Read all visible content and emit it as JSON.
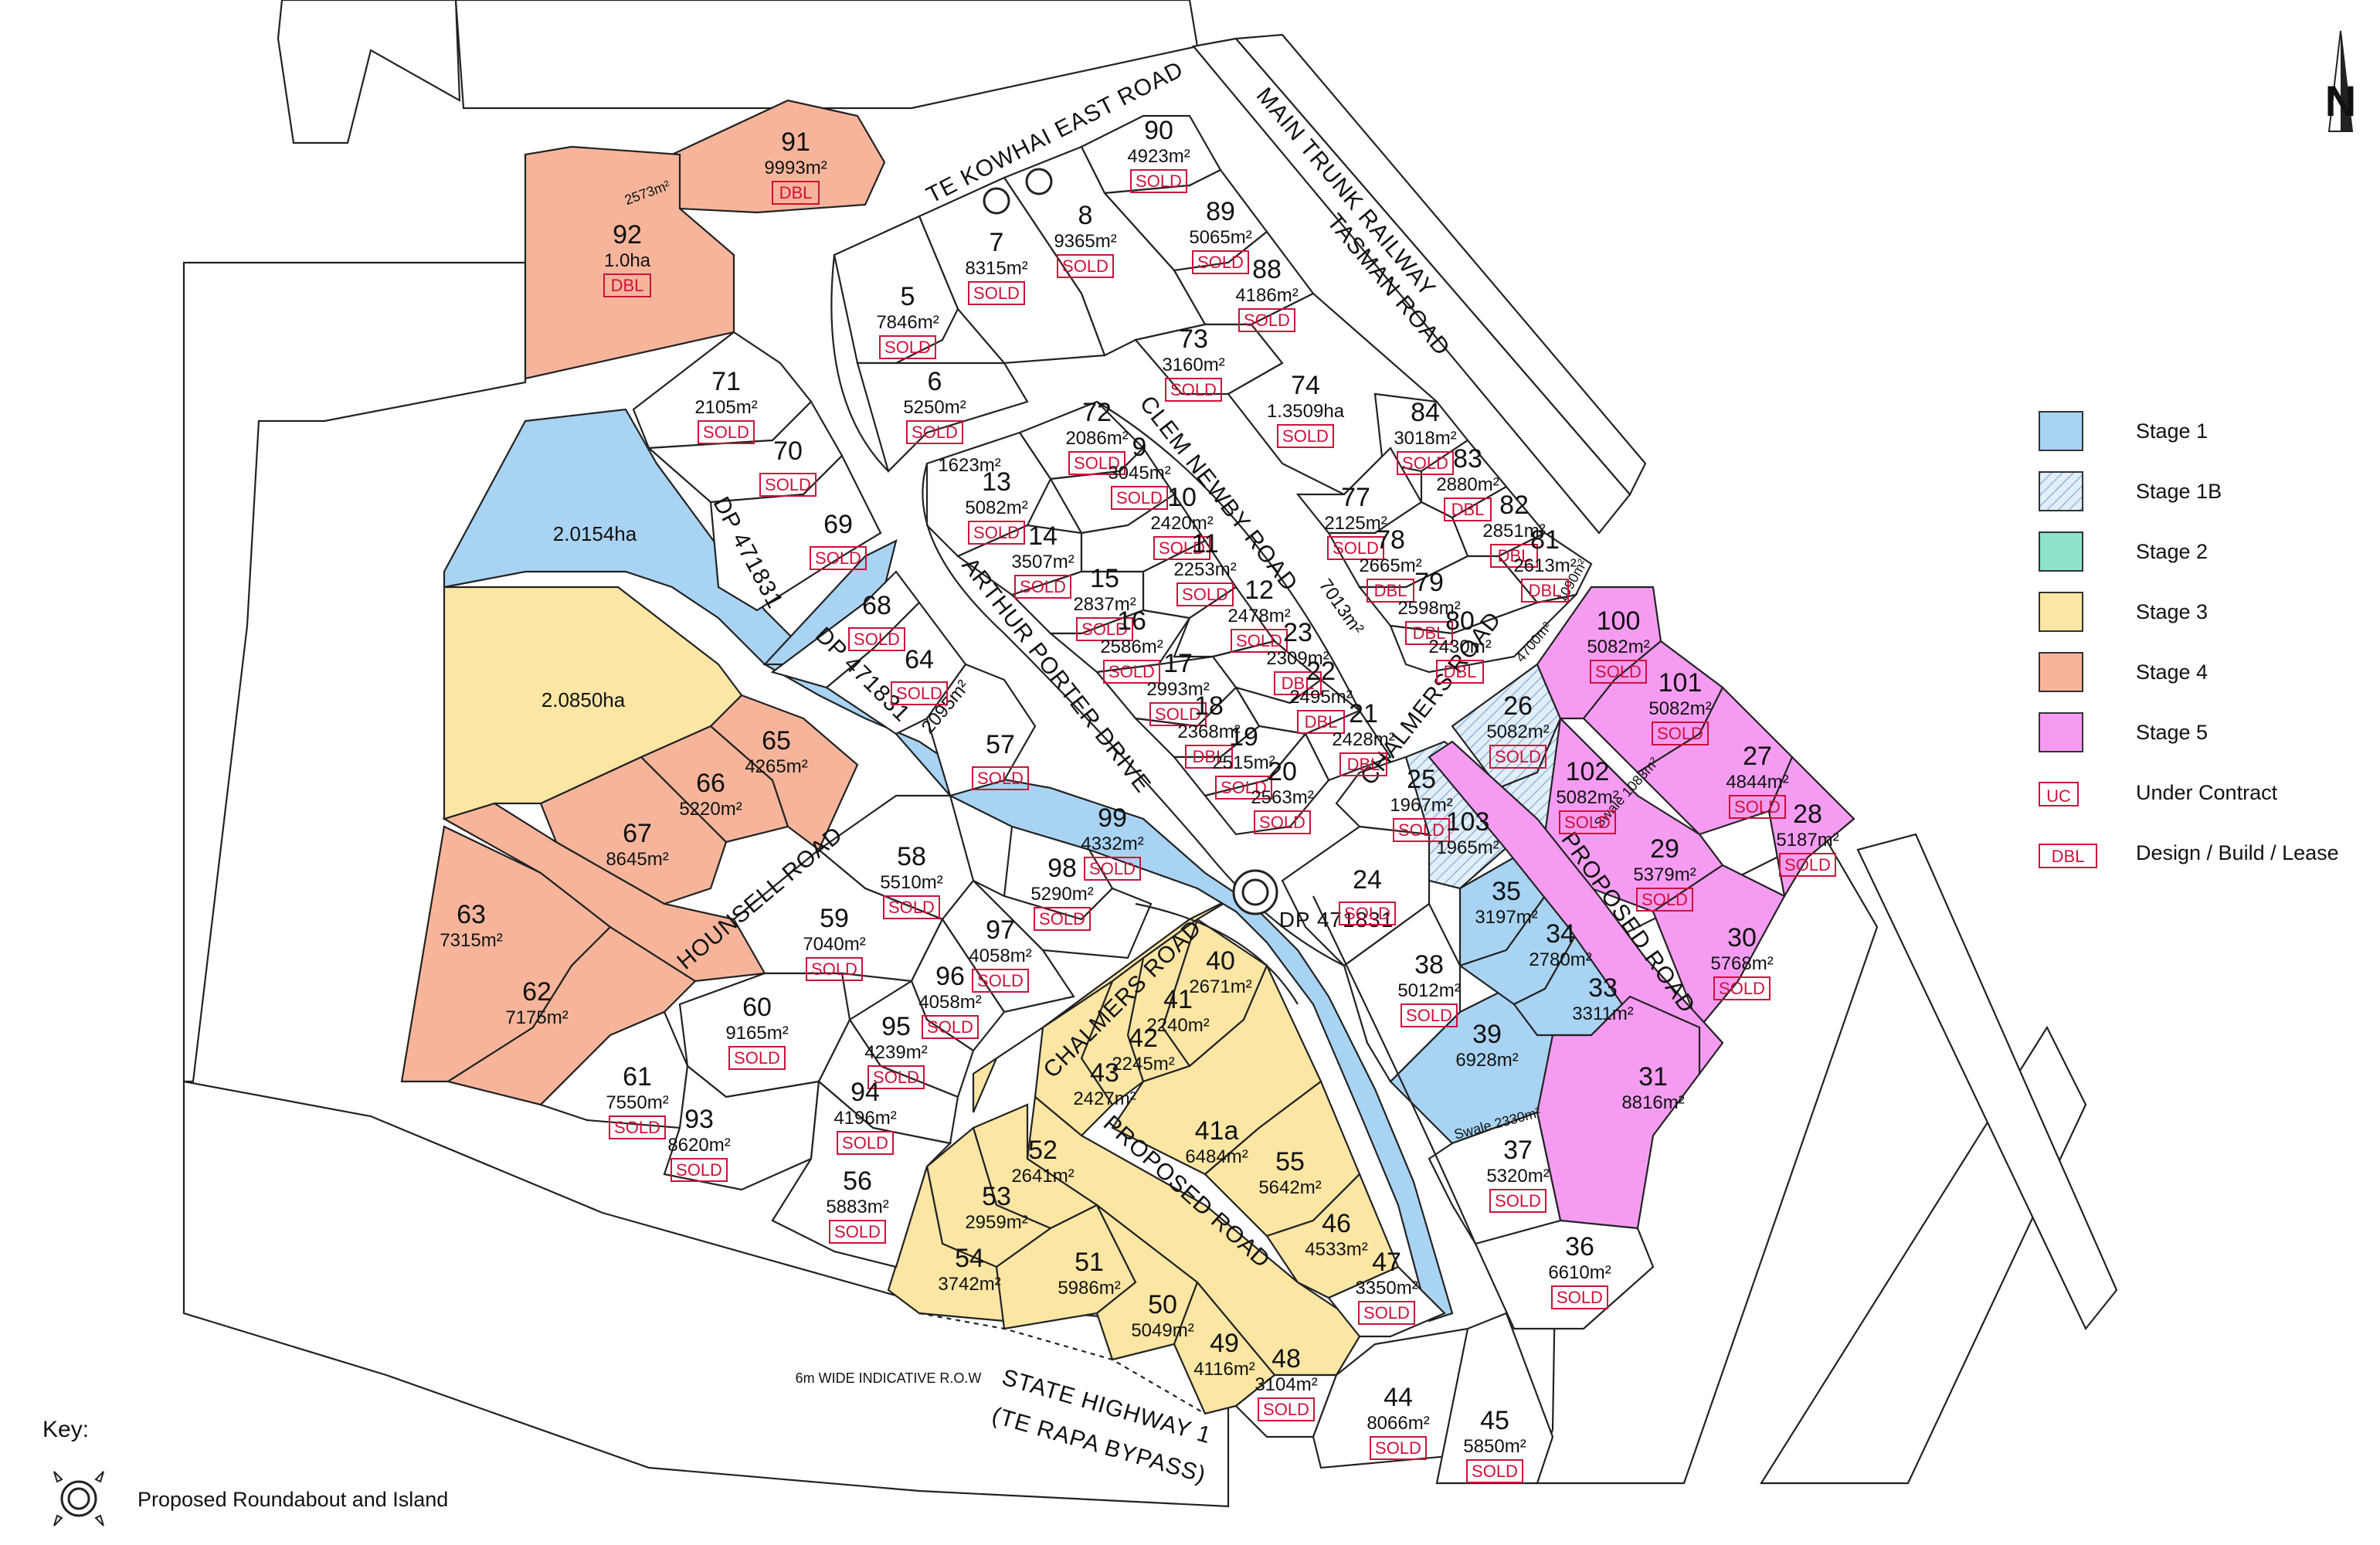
{
  "colors": {
    "stage1": "#a8d3f3",
    "stage1b": "#dbe9f7",
    "stage2": "#8fe3cc",
    "stage3": "#fce6a4",
    "stage4": "#f6b59b",
    "stage5": "#f59cf2",
    "tag": "#d0103a"
  },
  "roads": {
    "te_kowhai": "TE KOWHAI EAST ROAD",
    "main_trunk": "MAIN TRUNK RAILWAY",
    "tasman": "TASMAN ROAD",
    "clem_newby": "CLEM NEWBY ROAD",
    "arthur_porter": "ARTHUR PORTER DRIVE",
    "chalmers_east": "CHALMERS ROAD",
    "chalmers_south": "CHALMERS ROAD",
    "hounsell": "HOUNSELL ROAD",
    "proposed_east": "PROPOSED ROAD",
    "proposed_south": "PROPOSED ROAD",
    "sh1_line1": "STATE HIGHWAY 1",
    "sh1_line2": "(TE RAPA BYPASS)",
    "row": "6m WIDE INDICATIVE R.O.W",
    "dp1": "DP 471831",
    "dp2": "DP 471831",
    "dp3": "DP 471831"
  },
  "lots": [
    {
      "n": "91",
      "a": "9993m²",
      "t": "DBL"
    },
    {
      "n": "92",
      "a": "1.0ha",
      "t": "DBL"
    },
    {
      "n": "90",
      "a": "4923m²",
      "t": "SOLD"
    },
    {
      "n": "89",
      "a": "5065m²",
      "t": "SOLD"
    },
    {
      "n": "88",
      "a": "4186m²",
      "t": "SOLD"
    },
    {
      "n": "8",
      "a": "9365m²",
      "t": "SOLD"
    },
    {
      "n": "7",
      "a": "8315m²",
      "t": "SOLD"
    },
    {
      "n": "5",
      "a": "7846m²",
      "t": "SOLD"
    },
    {
      "n": "6",
      "a": "5250m²",
      "t": "SOLD"
    },
    {
      "n": "73",
      "a": "3160m²",
      "t": "SOLD"
    },
    {
      "n": "74",
      "a": "1.3509ha",
      "t": "SOLD"
    },
    {
      "n": "71",
      "a": "2105m²",
      "t": "SOLD"
    },
    {
      "n": "70",
      "a": "",
      "t": "SOLD"
    },
    {
      "n": "69",
      "a": "",
      "t": "SOLD"
    },
    {
      "n": "72",
      "a": "2086m²",
      "t": "SOLD"
    },
    {
      "n": "9",
      "a": "3045m²",
      "t": "SOLD"
    },
    {
      "n": "13",
      "a": "5082m²",
      "t": "SOLD"
    },
    {
      "n": "14",
      "a": "3507m²",
      "t": "SOLD"
    },
    {
      "n": "10",
      "a": "2420m²",
      "t": "SOLD"
    },
    {
      "n": "11",
      "a": "2253m²",
      "t": "SOLD"
    },
    {
      "n": "15",
      "a": "2837m²",
      "t": "SOLD"
    },
    {
      "n": "16",
      "a": "2586m²",
      "t": "SOLD"
    },
    {
      "n": "12",
      "a": "2478m²",
      "t": "SOLD"
    },
    {
      "n": "84",
      "a": "3018m²",
      "t": "SOLD"
    },
    {
      "n": "83",
      "a": "2880m²",
      "t": "DBL"
    },
    {
      "n": "82",
      "a": "2851m²",
      "t": "DBL"
    },
    {
      "n": "81",
      "a": "2613m²",
      "t": "DBL"
    },
    {
      "n": "77",
      "a": "2125m²",
      "t": "SOLD"
    },
    {
      "n": "78",
      "a": "2665m²",
      "t": "DBL"
    },
    {
      "n": "79",
      "a": "2598m²",
      "t": "DBL"
    },
    {
      "n": "80",
      "a": "2430m²",
      "t": "DBL"
    },
    {
      "n": "23",
      "a": "2309m²",
      "t": "DBL"
    },
    {
      "n": "22",
      "a": "2495m²",
      "t": "DBL"
    },
    {
      "n": "21",
      "a": "2428m²",
      "t": "DBL"
    },
    {
      "n": "17",
      "a": "2993m²",
      "t": "SOLD"
    },
    {
      "n": "18",
      "a": "2368m²",
      "t": "DBL"
    },
    {
      "n": "19",
      "a": "2515m²",
      "t": "SOLD"
    },
    {
      "n": "20",
      "a": "2563m²",
      "t": "SOLD"
    },
    {
      "n": "68",
      "a": "",
      "t": "SOLD"
    },
    {
      "n": "64",
      "a": "",
      "t": "SOLD"
    },
    {
      "n": "57",
      "a": "",
      "t": "SOLD"
    },
    {
      "n": "65",
      "a": "4265m²",
      "t": ""
    },
    {
      "n": "66",
      "a": "5220m²",
      "t": ""
    },
    {
      "n": "67",
      "a": "8645m²",
      "t": ""
    },
    {
      "n": "63",
      "a": "7315m²",
      "t": ""
    },
    {
      "n": "62",
      "a": "7175m²",
      "t": ""
    },
    {
      "n": "58",
      "a": "5510m²",
      "t": "SOLD"
    },
    {
      "n": "59",
      "a": "7040m²",
      "t": "SOLD"
    },
    {
      "n": "99",
      "a": "4332m²",
      "t": "SOLD"
    },
    {
      "n": "98",
      "a": "5290m²",
      "t": "SOLD"
    },
    {
      "n": "97",
      "a": "4058m²",
      "t": "SOLD"
    },
    {
      "n": "96",
      "a": "4058m²",
      "t": "SOLD"
    },
    {
      "n": "95",
      "a": "4239m²",
      "t": "SOLD"
    },
    {
      "n": "94",
      "a": "4196m²",
      "t": "SOLD"
    },
    {
      "n": "60",
      "a": "9165m²",
      "t": "SOLD"
    },
    {
      "n": "61",
      "a": "7550m²",
      "t": "SOLD"
    },
    {
      "n": "93",
      "a": "8620m²",
      "t": "SOLD"
    },
    {
      "n": "56",
      "a": "5883m²",
      "t": "SOLD"
    },
    {
      "n": "40",
      "a": "2671m²",
      "t": ""
    },
    {
      "n": "41",
      "a": "2240m²",
      "t": ""
    },
    {
      "n": "42",
      "a": "2245m²",
      "t": ""
    },
    {
      "n": "43",
      "a": "2427m²",
      "t": ""
    },
    {
      "n": "41a",
      "a": "6484m²",
      "t": ""
    },
    {
      "n": "55",
      "a": "5642m²",
      "t": ""
    },
    {
      "n": "46",
      "a": "4533m²",
      "t": ""
    },
    {
      "n": "52",
      "a": "2641m²",
      "t": ""
    },
    {
      "n": "53",
      "a": "2959m²",
      "t": ""
    },
    {
      "n": "54",
      "a": "3742m²",
      "t": ""
    },
    {
      "n": "51",
      "a": "5986m²",
      "t": ""
    },
    {
      "n": "50",
      "a": "5049m²",
      "t": ""
    },
    {
      "n": "49",
      "a": "4116m²",
      "t": ""
    },
    {
      "n": "48",
      "a": "3104m²",
      "t": "SOLD"
    },
    {
      "n": "47",
      "a": "3350m²",
      "t": "SOLD"
    },
    {
      "n": "44",
      "a": "8066m²",
      "t": "SOLD"
    },
    {
      "n": "45",
      "a": "5850m²",
      "t": "SOLD"
    },
    {
      "n": "36",
      "a": "6610m²",
      "t": "SOLD"
    },
    {
      "n": "37",
      "a": "5320m²",
      "t": "SOLD"
    },
    {
      "n": "38",
      "a": "5012m²",
      "t": "SOLD"
    },
    {
      "n": "39",
      "a": "6928m²",
      "t": ""
    },
    {
      "n": "35",
      "a": "3197m²",
      "t": ""
    },
    {
      "n": "34",
      "a": "2780m²",
      "t": ""
    },
    {
      "n": "33",
      "a": "3311m²",
      "t": ""
    },
    {
      "n": "24",
      "a": "",
      "t": "SOLD"
    },
    {
      "n": "25",
      "a": "1967m²",
      "t": "SOLD"
    },
    {
      "n": "103",
      "a": "1965m²",
      "t": ""
    },
    {
      "n": "26",
      "a": "5082m²",
      "t": "SOLD"
    },
    {
      "n": "102",
      "a": "5082m²",
      "t": "SOLD"
    },
    {
      "n": "100",
      "a": "5082m²",
      "t": "SOLD"
    },
    {
      "n": "101",
      "a": "5082m²",
      "t": "SOLD"
    },
    {
      "n": "27",
      "a": "4844m²",
      "t": "SOLD"
    },
    {
      "n": "28",
      "a": "5187m²",
      "t": "SOLD"
    },
    {
      "n": "29",
      "a": "5379m²",
      "t": "SOLD"
    },
    {
      "n": "30",
      "a": "5768m²",
      "t": "SOLD"
    },
    {
      "n": "31",
      "a": "8816m²",
      "t": ""
    }
  ],
  "unnumbered": {
    "blue_area": "2.0154ha",
    "yellow_area": "2.0850ha",
    "lot91_92_split": "2573m²",
    "lot6_split": "1623m²",
    "lot57_split": "2095m²",
    "lot78_split": "7013m²",
    "lot80_split": "4700m²",
    "lot81_split": "1090m²",
    "swale1": "Swale 1083m²",
    "swale2": "Swale 2330m²"
  },
  "legend": [
    {
      "label": "Stage 1",
      "kind": "stage1"
    },
    {
      "label": "Stage 1B",
      "kind": "stage1b"
    },
    {
      "label": "Stage 2",
      "kind": "stage2"
    },
    {
      "label": "Stage 3",
      "kind": "stage3"
    },
    {
      "label": "Stage 4",
      "kind": "stage4"
    },
    {
      "label": "Stage 5",
      "kind": "stage5"
    },
    {
      "label": "Under Contract",
      "kind": "UC"
    },
    {
      "label": "Design / Build / Lease",
      "kind": "DBL"
    }
  ],
  "key": {
    "title": "Key:",
    "roundabout": "Proposed Roundabout and Island"
  },
  "north": "N"
}
